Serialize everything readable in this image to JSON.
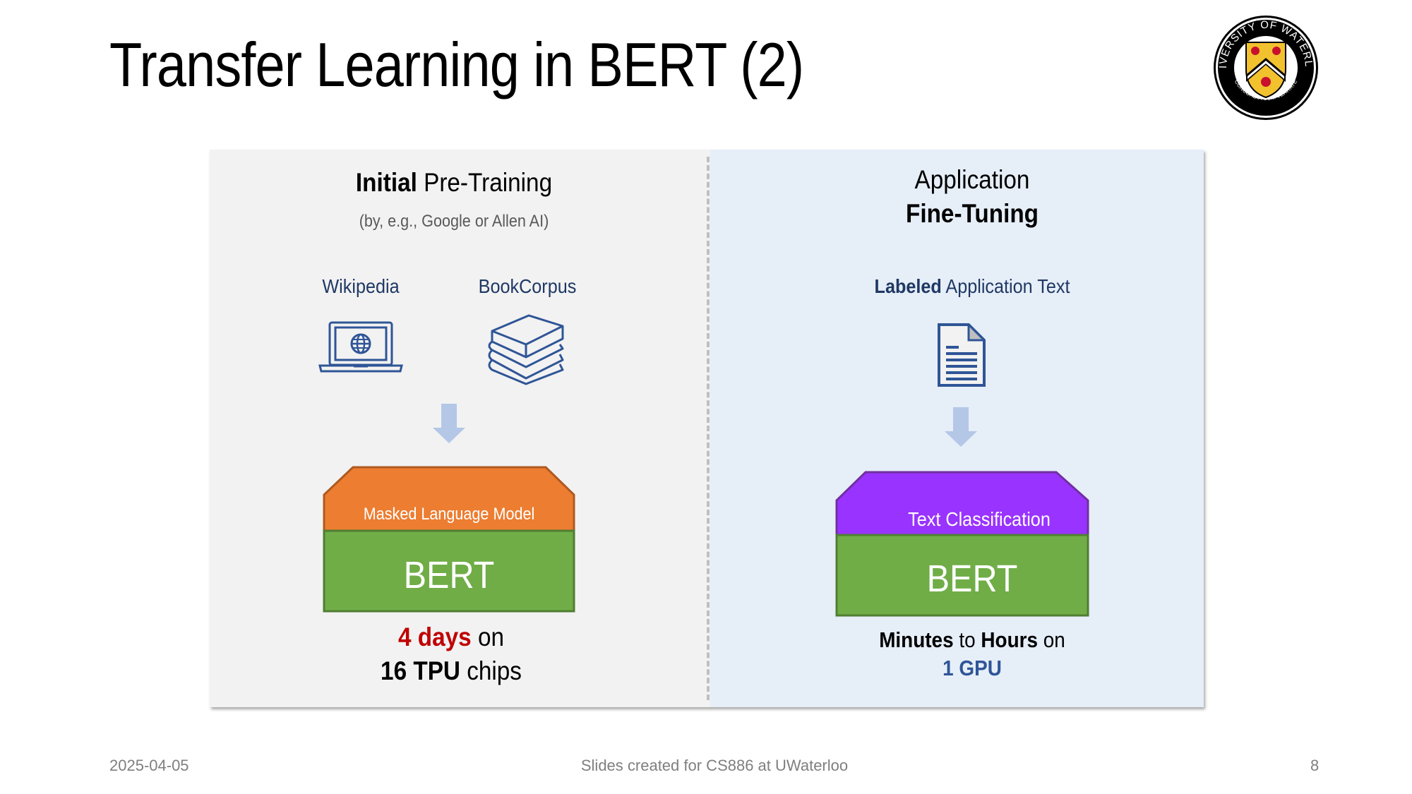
{
  "slide": {
    "title": "Transfer Learning in BERT (2)",
    "logo": {
      "name": "University of Waterloo crest",
      "ring_top": "UNIVERSITY OF WATERLOO",
      "ring_bottom": "CONCORDIA CUM VERITATE"
    }
  },
  "left_panel": {
    "heading_bold": "Initial",
    "heading_rest": " Pre-Training",
    "subtitle": "(by, e.g., Google or Allen AI)",
    "sources": [
      {
        "label": "Wikipedia",
        "icon": "laptop-globe-icon"
      },
      {
        "label": "BookCorpus",
        "icon": "books-stack-icon"
      }
    ],
    "head_label": "Masked Language Model",
    "head_color": "#ed7d31",
    "model_label": "BERT",
    "model_color": "#70ad47",
    "cost_line1_highlight": "4 days",
    "cost_line1_rest": " on",
    "cost_line2_bold": "16 TPU",
    "cost_line2_rest": " chips"
  },
  "right_panel": {
    "heading_line1": "Application",
    "heading_line2": "Fine-Tuning",
    "source_bold": "Labeled",
    "source_rest": " Application Text",
    "source_icon": "document-icon",
    "head_label": "Text Classification",
    "head_color": "#9933ff",
    "model_label": "BERT",
    "model_color": "#70ad47",
    "cost_bold1": "Minutes",
    "cost_mid": " to ",
    "cost_bold2": "Hours",
    "cost_rest": " on",
    "cost_line2": "1 GPU"
  },
  "colors": {
    "arrow": "#b4c7e7",
    "icon": "#2f5597",
    "left_bg": "#f2f2f2",
    "right_bg": "#e6eef8",
    "highlight_red": "#c00000"
  },
  "footer": {
    "date": "2025-04-05",
    "center": "Slides created for CS886 at UWaterloo",
    "page": "8"
  }
}
